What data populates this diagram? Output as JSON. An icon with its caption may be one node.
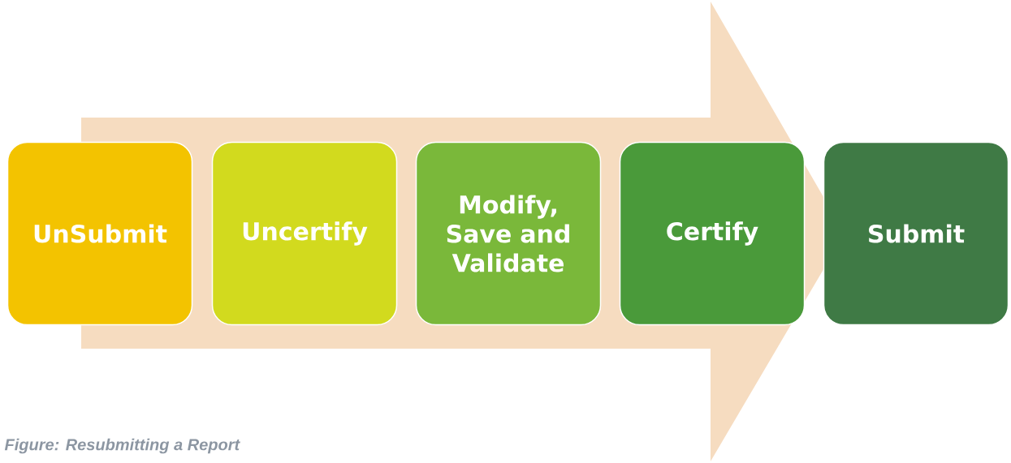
{
  "diagram": {
    "caption": "Figure: Resubmitting a Report",
    "nodes": [
      {
        "text": [
          "UnSubmit"
        ]
      },
      {
        "text": [
          "Uncertify"
        ]
      },
      {
        "text": [
          "Modify, Save and Validate"
        ]
      },
      {
        "text": [
          "Certify"
        ]
      },
      {
        "text": [
          "Submit"
        ]
      }
    ]
  }
}
